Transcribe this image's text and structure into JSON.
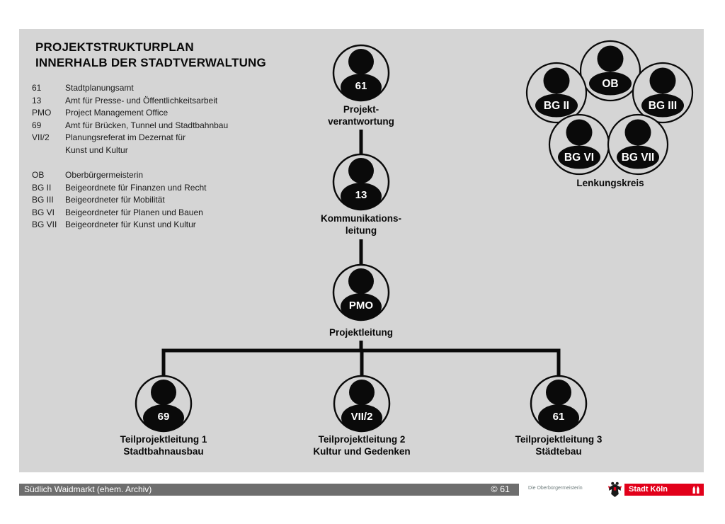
{
  "title": {
    "line1": "PROJEKTSTRUKTURPLAN",
    "line2": "INNERHALB DER STADTVERWALTUNG"
  },
  "legend": {
    "departments": [
      {
        "abbr": "61",
        "desc": "Stadtplanungsamt"
      },
      {
        "abbr": "13",
        "desc": "Amt für Presse- und Öffentlichkeitsarbeit"
      },
      {
        "abbr": "PMO",
        "desc": "Project Management Office"
      },
      {
        "abbr": "69",
        "desc": "Amt für Brücken, Tunnel und Stadtbahnbau"
      },
      {
        "abbr": "VII/2",
        "desc": "Planungsreferat im Dezernat für"
      },
      {
        "abbr": "",
        "desc": "Kunst und Kultur"
      }
    ],
    "board": [
      {
        "abbr": "OB",
        "desc": "Oberbürgermeisterin"
      },
      {
        "abbr": "BG II",
        "desc": "Beigeordnete für Finanzen und Recht"
      },
      {
        "abbr": "BG III",
        "desc": "Beigeordneter für Mobilität"
      },
      {
        "abbr": "BG VI",
        "desc": "Beigeordneter für Planen und Bauen"
      },
      {
        "abbr": "BG VII",
        "desc": "Beigeordneter für Kunst und Kultur"
      }
    ]
  },
  "org": {
    "chain": [
      {
        "badge": "61",
        "caption_line1": "Projekt-",
        "caption_line2": "verantwortung"
      },
      {
        "badge": "13",
        "caption_line1": "Kommunikations-",
        "caption_line2": "leitung"
      },
      {
        "badge": "PMO",
        "caption_line1": "Projektleitung",
        "caption_line2": ""
      }
    ],
    "subprojects": [
      {
        "badge": "69",
        "caption_line1": "Teilprojektleitung 1",
        "caption_line2": "Stadtbahnausbau"
      },
      {
        "badge": "VII/2",
        "caption_line1": "Teilprojektleitung 2",
        "caption_line2": "Kultur und Gedenken"
      },
      {
        "badge": "61",
        "caption_line1": "Teilprojektleitung 3",
        "caption_line2": "Städtebau"
      }
    ],
    "steering": {
      "label": "Lenkungskreis",
      "members": [
        "OB",
        "BG II",
        "BG III",
        "BG VI",
        "BG VII"
      ]
    }
  },
  "footer": {
    "project": "Südlich Waidmarkt (ehem. Archiv)",
    "copyright": "© 61",
    "department": "Die Oberbürgermeisterin",
    "logo_text": "Stadt Köln"
  },
  "colors": {
    "canvas": "#d5d5d5",
    "ink": "#0a0a0a",
    "footer_bar": "#6e6e6e",
    "brand_red": "#e2001a",
    "footer_small_text": "#6f7d7d"
  }
}
